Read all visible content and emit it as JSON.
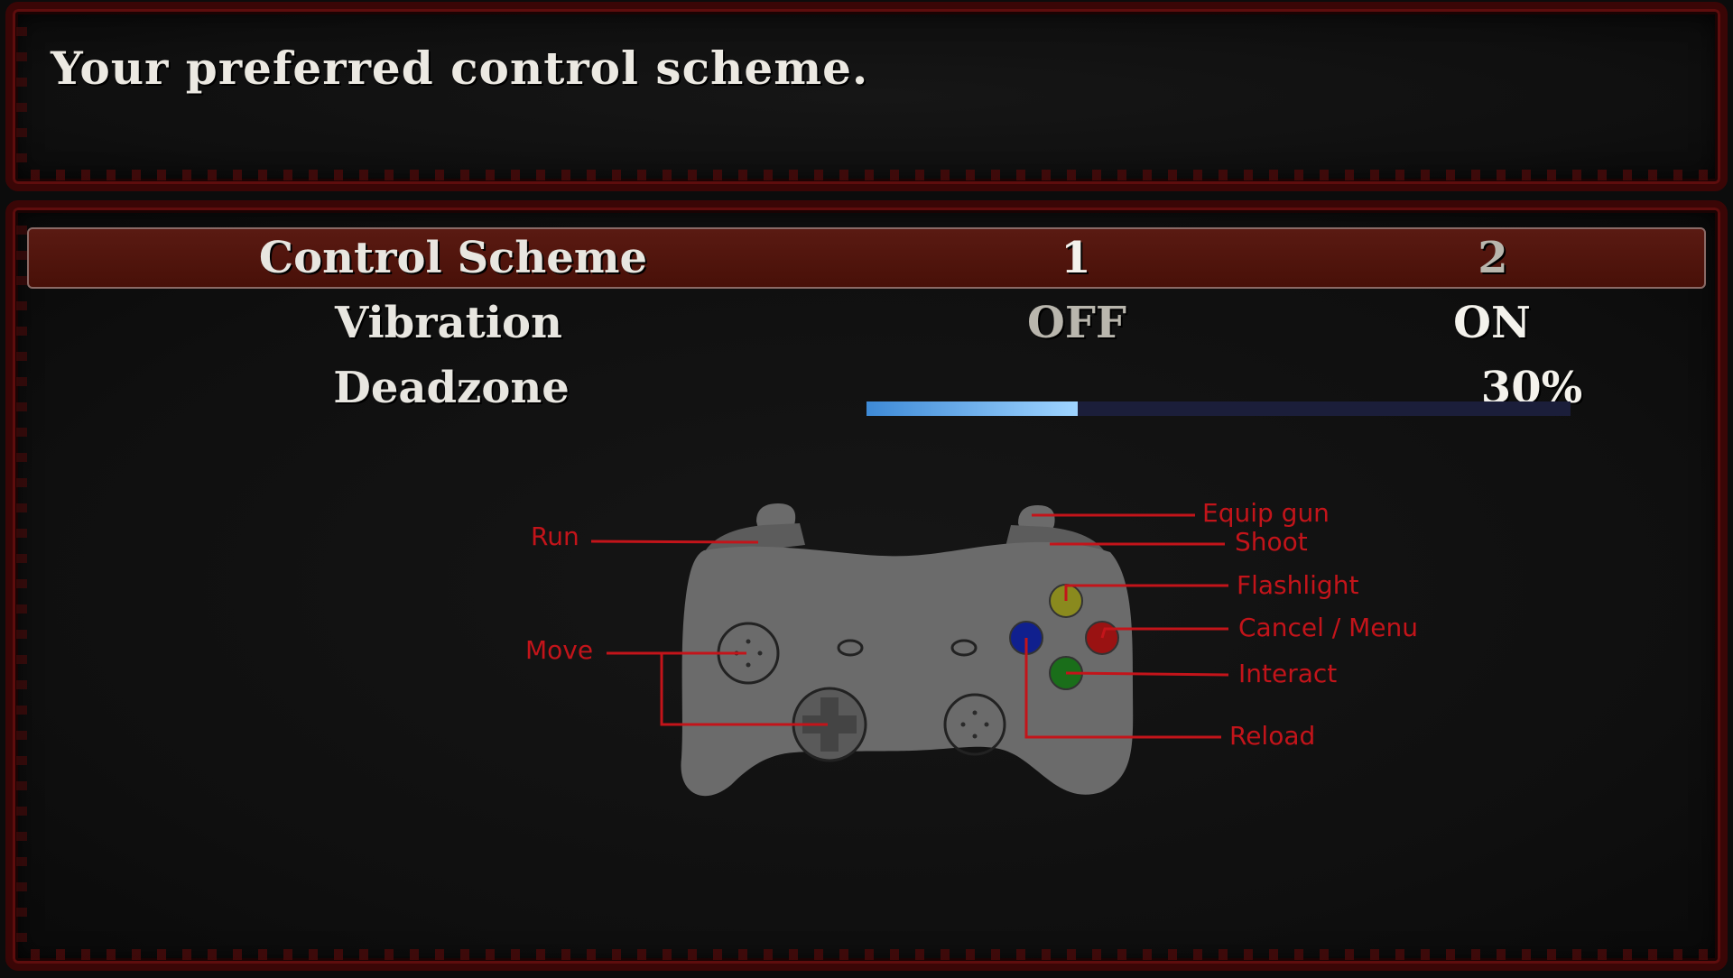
{
  "help": {
    "text": "Your preferred control scheme."
  },
  "options": [
    {
      "label": "Control Scheme",
      "choices": [
        "1",
        "2"
      ],
      "selected": true
    },
    {
      "label": "Vibration",
      "choices": [
        "OFF",
        "ON"
      ],
      "active_choice": "ON"
    },
    {
      "label": "Deadzone",
      "value_text": "30%",
      "value_fraction": 0.3
    }
  ],
  "controller": {
    "callouts": {
      "run": "Run",
      "move": "Move",
      "equip_gun": "Equip gun",
      "shoot": "Shoot",
      "flashlight": "Flashlight",
      "cancel_menu": "Cancel / Menu",
      "interact": "Interact",
      "reload": "Reload"
    },
    "colors": {
      "body": "#6b6b6b",
      "button_yellow": "#8a8a1e",
      "button_red": "#9a1212",
      "button_blue": "#10208e",
      "button_green": "#1a6e1a",
      "callout_line": "#c3141a"
    }
  },
  "colors": {
    "frame": "#3a0606",
    "selected_row": "#4e130c",
    "bar_fill": "#6ab4f0",
    "bar_track": "#1b1e3a"
  }
}
